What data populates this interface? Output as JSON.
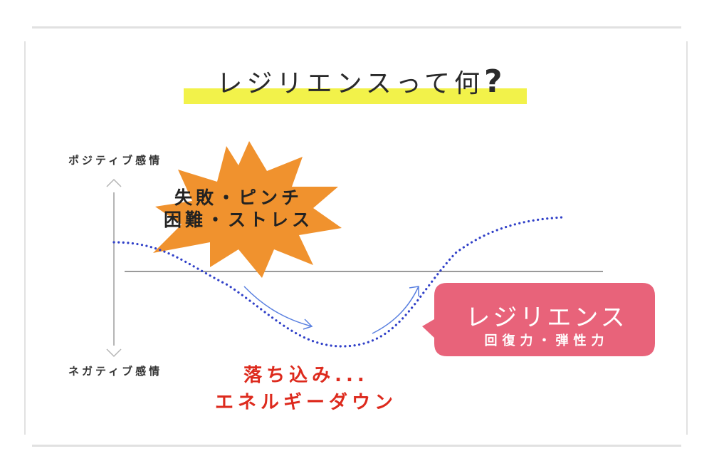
{
  "title": {
    "main": "レジリエンスって何",
    "mark": "?"
  },
  "axis": {
    "top_label": "ポジティブ感情",
    "bottom_label": "ネガティブ感情"
  },
  "burst": {
    "line1": "失敗・ピンチ",
    "line2": "困難・ストレス"
  },
  "bubble": {
    "title": "レジリエンス",
    "subtitle": "回復力・弾性力"
  },
  "drop": {
    "line1": "落ち込み...",
    "line2": "エネルギーダウン"
  },
  "colors": {
    "burst_fill": "#f0922e",
    "bubble_fill": "#e8637a",
    "curve": "#3040c8",
    "arrow": "#5a80e0",
    "highlight": "#f2f24a",
    "drop_text": "#dd2a1d",
    "baseline": "#9a9a9a"
  }
}
